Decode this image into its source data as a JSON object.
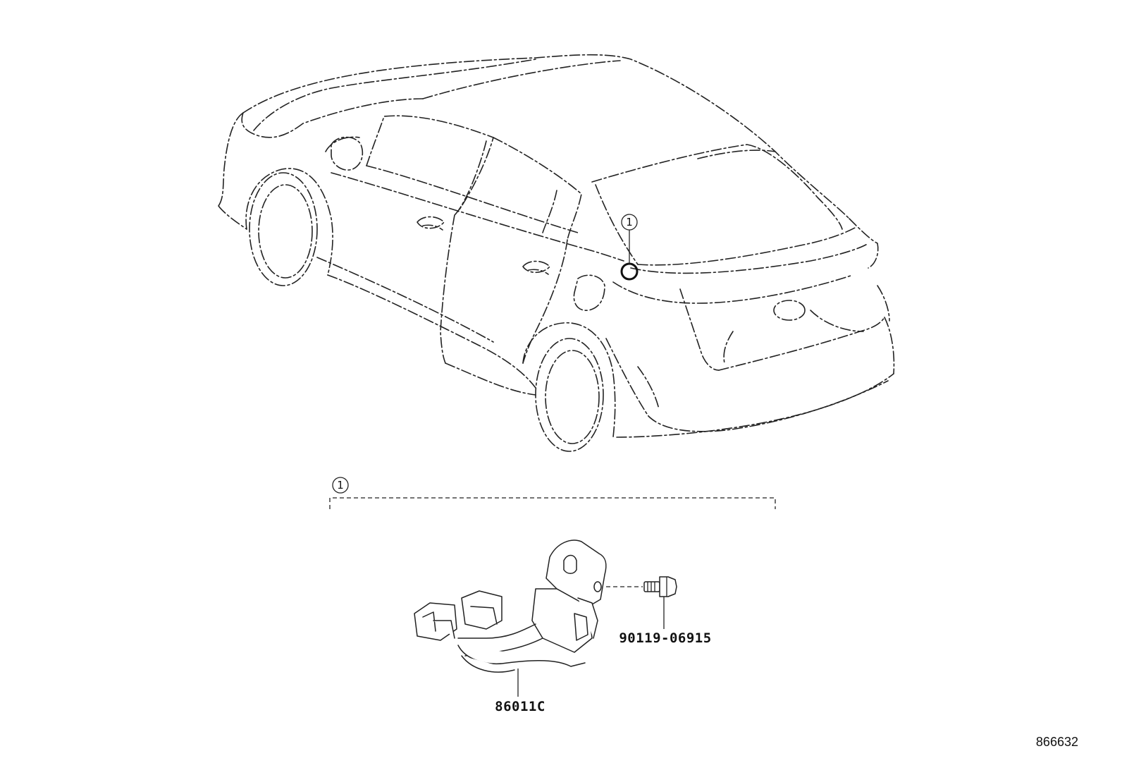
{
  "diagram": {
    "callout_vehicle": "1",
    "callout_group": "1",
    "parts": [
      {
        "number": "86011C"
      },
      {
        "number": "90119-06915"
      }
    ],
    "diagram_id": "866632"
  }
}
